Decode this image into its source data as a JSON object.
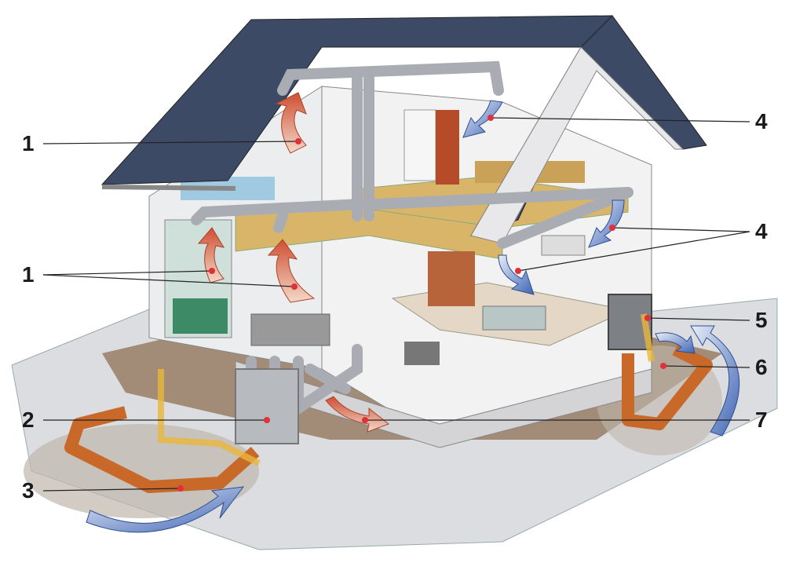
{
  "callouts": [
    {
      "number": "1"
    },
    {
      "number": "1"
    },
    {
      "number": "2"
    },
    {
      "number": "3"
    },
    {
      "number": "4"
    },
    {
      "number": "4"
    },
    {
      "number": "5"
    },
    {
      "number": "6"
    },
    {
      "number": "7"
    }
  ],
  "colors": {
    "roof": "#3c4a66",
    "pipe_orange": "#c8692a",
    "duct_grey": "#a9adb3",
    "floor_wood": "#d9b56a",
    "warm_arrow": "#d4593c",
    "cool_arrow": "#4f6fb8",
    "ground": "#8a6a4a",
    "paving": "#dcdde0"
  }
}
